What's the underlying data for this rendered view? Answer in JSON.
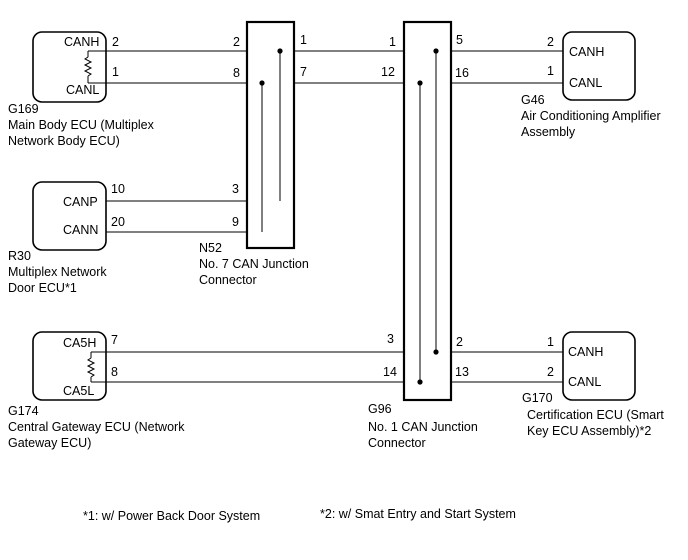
{
  "ecus": {
    "main_body": {
      "pin_high": "CANH",
      "pin_low": "CANL",
      "pin_high_no": "2",
      "pin_low_no": "1",
      "code": "G169",
      "name_line1": "Main Body ECU (Multiplex",
      "name_line2": "Network Body ECU)"
    },
    "door": {
      "pin_high": "CANP",
      "pin_low": "CANN",
      "pin_high_no": "10",
      "pin_low_no": "20",
      "code": "R30",
      "name_line1": "Multiplex Network",
      "name_line2": "Door ECU*1"
    },
    "gateway": {
      "pin_high": "CA5H",
      "pin_low": "CA5L",
      "pin_high_no": "7",
      "pin_low_no": "8",
      "code": "G174",
      "name_line1": "Central Gateway ECU (Network",
      "name_line2": "Gateway ECU)"
    },
    "ac_amp": {
      "pin_high": "CANH",
      "pin_low": "CANL",
      "pin_high_no": "2",
      "pin_low_no": "1",
      "code": "G46",
      "name_line1": "Air Conditioning Amplifier",
      "name_line2": "Assembly"
    },
    "cert": {
      "pin_high": "CANH",
      "pin_low": "CANL",
      "pin_high_no": "1",
      "pin_low_no": "2",
      "code": "G170",
      "name_line1": "Certification ECU (Smart",
      "name_line2": "Key ECU Assembly)*2"
    }
  },
  "junction_n52": {
    "left_pins": {
      "p2": "2",
      "p8": "8",
      "p3": "3",
      "p9": "9"
    },
    "right_pins": {
      "p1": "1",
      "p7": "7"
    },
    "code": "N52",
    "name_line1": "No. 7 CAN Junction",
    "name_line2": "Connector"
  },
  "junction_g96": {
    "left_pins": {
      "p1": "1",
      "p12": "12",
      "p3": "3",
      "p14": "14"
    },
    "right_pins": {
      "p5": "5",
      "p16": "16",
      "p2": "2",
      "p13": "13"
    },
    "code": "G96",
    "name_line1": "No. 1 CAN Junction",
    "name_line2": "Connector"
  },
  "footnotes": {
    "note1": "*1: w/ Power Back Door System",
    "note2": "*2: w/ Smat Entry and Start System"
  }
}
